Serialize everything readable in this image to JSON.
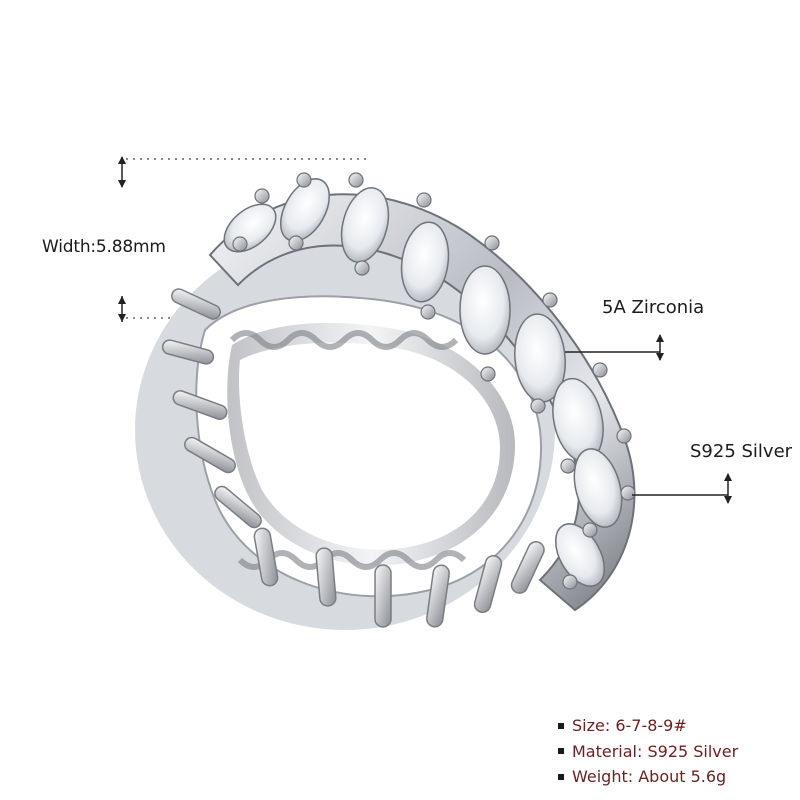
{
  "dimension": {
    "width_label": "Width:5.88mm"
  },
  "callouts": {
    "stone": "5A Zirconia",
    "metal": "S925 Silver"
  },
  "specs": [
    "Size: 6-7-8-9#",
    "Material: S925 Silver",
    "Weight: About 5.6g"
  ],
  "product": {
    "subject": "silver-eternity-ring",
    "colors": {
      "metal": "#c9ccd2",
      "metal_dark": "#6e7178",
      "stone": "#f4f6f8",
      "spec_text": "#6b1f1f",
      "ink": "#1b1b1b"
    }
  }
}
